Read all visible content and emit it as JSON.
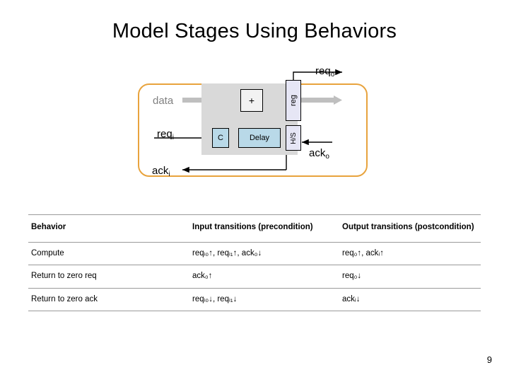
{
  "slide": {
    "title": "Model Stages Using Behaviors",
    "page_number": "9"
  },
  "diagram": {
    "blocks": [
      {
        "id": "plus",
        "label": "+",
        "color": "#F2F2F2"
      },
      {
        "id": "reg",
        "label": "reg",
        "color": "#E6E6F5"
      },
      {
        "id": "c",
        "label": "C",
        "color": "#B9D9E8"
      },
      {
        "id": "delay",
        "label": "Delay",
        "color": "#B9D9E8"
      },
      {
        "id": "hs",
        "label": "H/S",
        "color": "#E6E6F5"
      }
    ],
    "labels": {
      "data": "data",
      "req_i": "req",
      "req_i_sub": "i",
      "ack_i": "ack",
      "ack_i_sub": "i",
      "req_o": "req",
      "req_o_sub": "o",
      "ack_o": "ack",
      "ack_o_sub": "o"
    },
    "colors": {
      "outer_border": "#E8A33D",
      "shaded_block": "#D9D9D9",
      "data_bus": "#BFBFBF",
      "wire": "#000000"
    }
  },
  "table": {
    "headers": [
      "Behavior",
      "Input transitions (precondition)",
      "Output transitions (postcondition)"
    ],
    "rows": [
      {
        "behavior": "Compute",
        "input": "reqᵢ₀↑, reqᵢ₁↑, ack₀↓",
        "output": "req₀↑, ackᵢ↑"
      },
      {
        "behavior": "Return to zero req",
        "input": "ack₀↑",
        "output": "req₀↓"
      },
      {
        "behavior": "Return to zero ack",
        "input": "reqᵢ₀↓, reqᵢ₁↓",
        "output": "ackᵢ↓"
      }
    ]
  }
}
